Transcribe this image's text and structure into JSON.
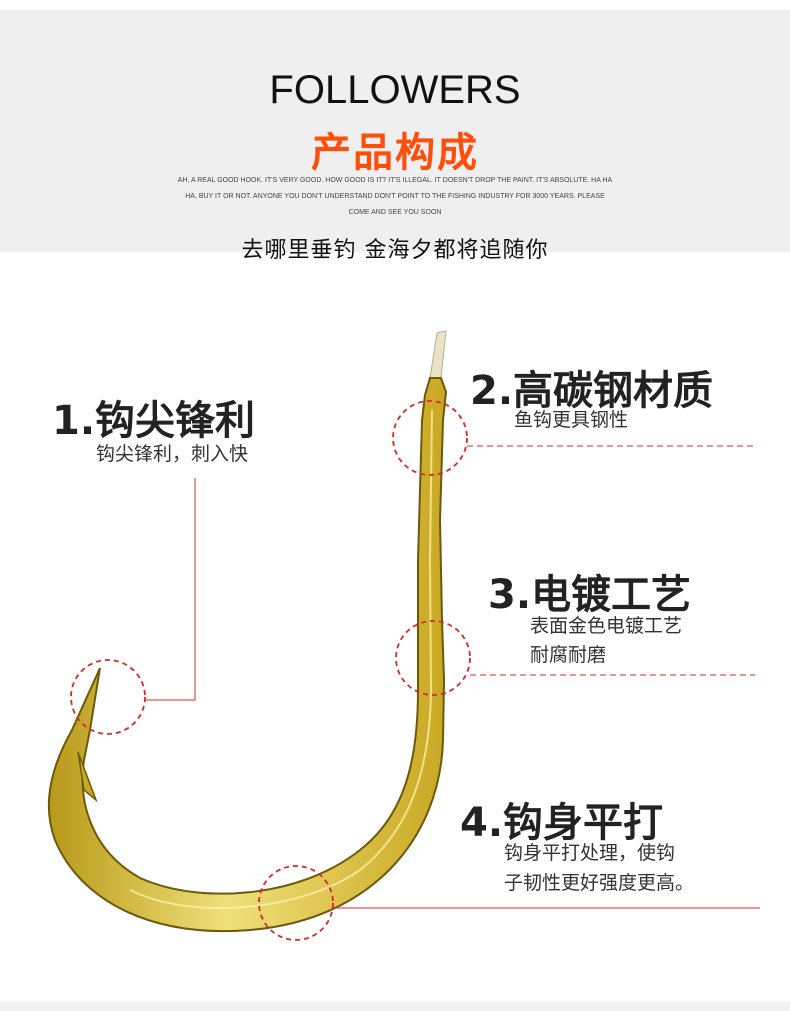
{
  "header": {
    "title_en": "FOLLOWERS",
    "title_cn": "产品构成",
    "blurb_lines": [
      "AH, A REAL GOOD HOOK. IT'S VERY GOOD. HOW GOOD IS IT? IT'S ILLEGAL. IT DOESN'T DROP THE PAINT. IT'S ABSOLUTE. HA HA",
      "HA, BUY IT OR NOT. ANYONE YOU DON'T UNDERSTAND DON'T POINT TO THE FISHING INDUSTRY FOR 3000 YEARS. PLEASE",
      "COME AND SEE YOU SOON"
    ],
    "slogan": "去哪里垂钓 金海夕都将追随你"
  },
  "features": [
    {
      "title": "1.钩尖锋利",
      "desc": [
        "钩尖锋利，刺入快"
      ]
    },
    {
      "title": "2.高碳钢材质",
      "desc": [
        "鱼钩更具钢性"
      ]
    },
    {
      "title": "3.电镀工艺",
      "desc": [
        "表面金色电镀工艺",
        "耐腐耐磨"
      ]
    },
    {
      "title": "4.钩身平打",
      "desc": [
        "钩身平打处理，使钩",
        "子韧性更好强度更高。"
      ]
    }
  ],
  "colors": {
    "accent": "#ff4d0a",
    "callout": "#d42a2a",
    "gold": "#e7d246",
    "gold_dark": "#8a7414"
  }
}
